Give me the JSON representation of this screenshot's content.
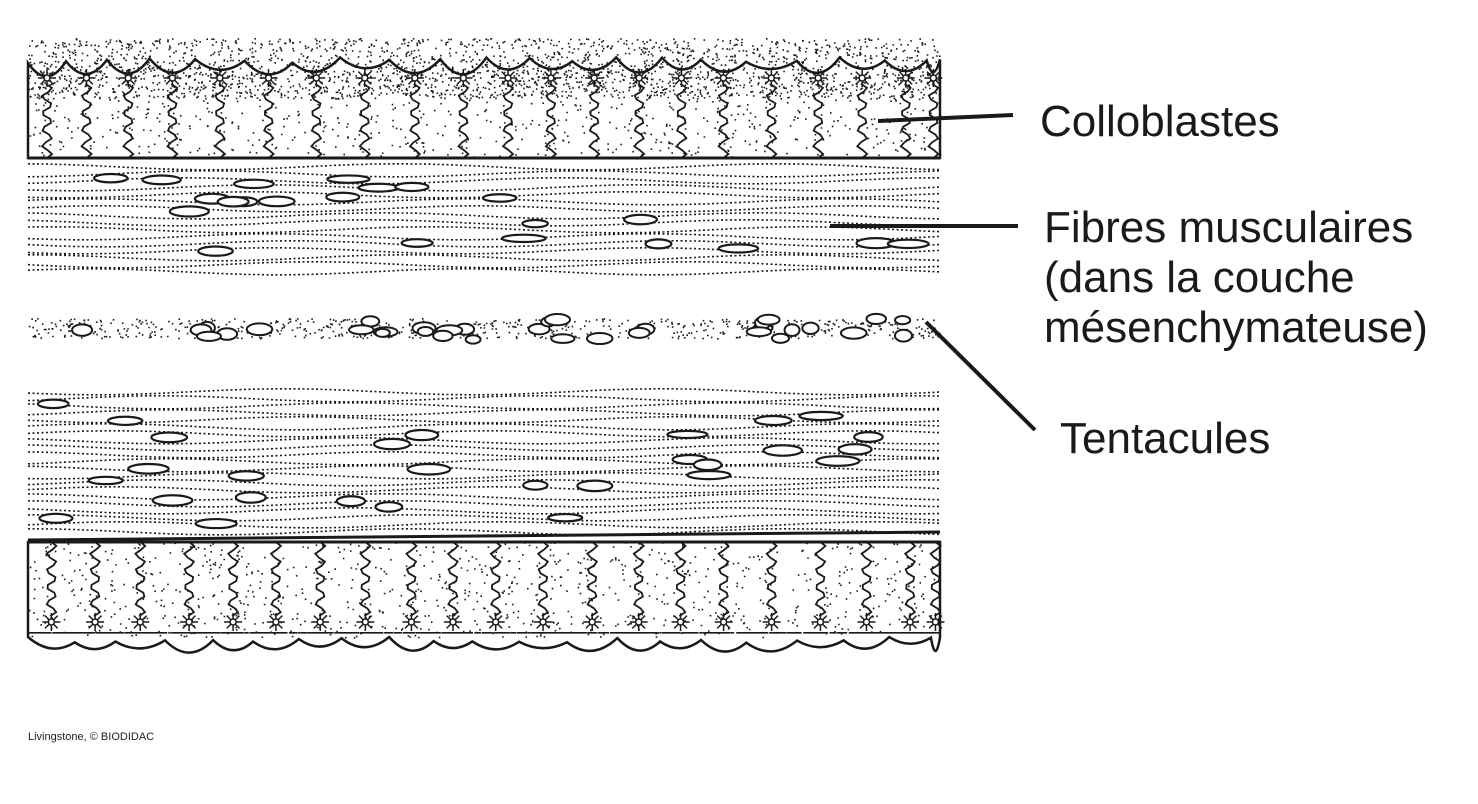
{
  "labels": {
    "colloblastes": "Colloblastes",
    "fibres_line1": "Fibres musculaires",
    "fibres_line2": "(dans la couche",
    "fibres_line3": "mésenchymateuse)",
    "tentacules": "Tentacules"
  },
  "credit": "Livingstone, © BIODIDAC",
  "colors": {
    "ink": "#1a1a1a",
    "background": "#ffffff"
  }
}
